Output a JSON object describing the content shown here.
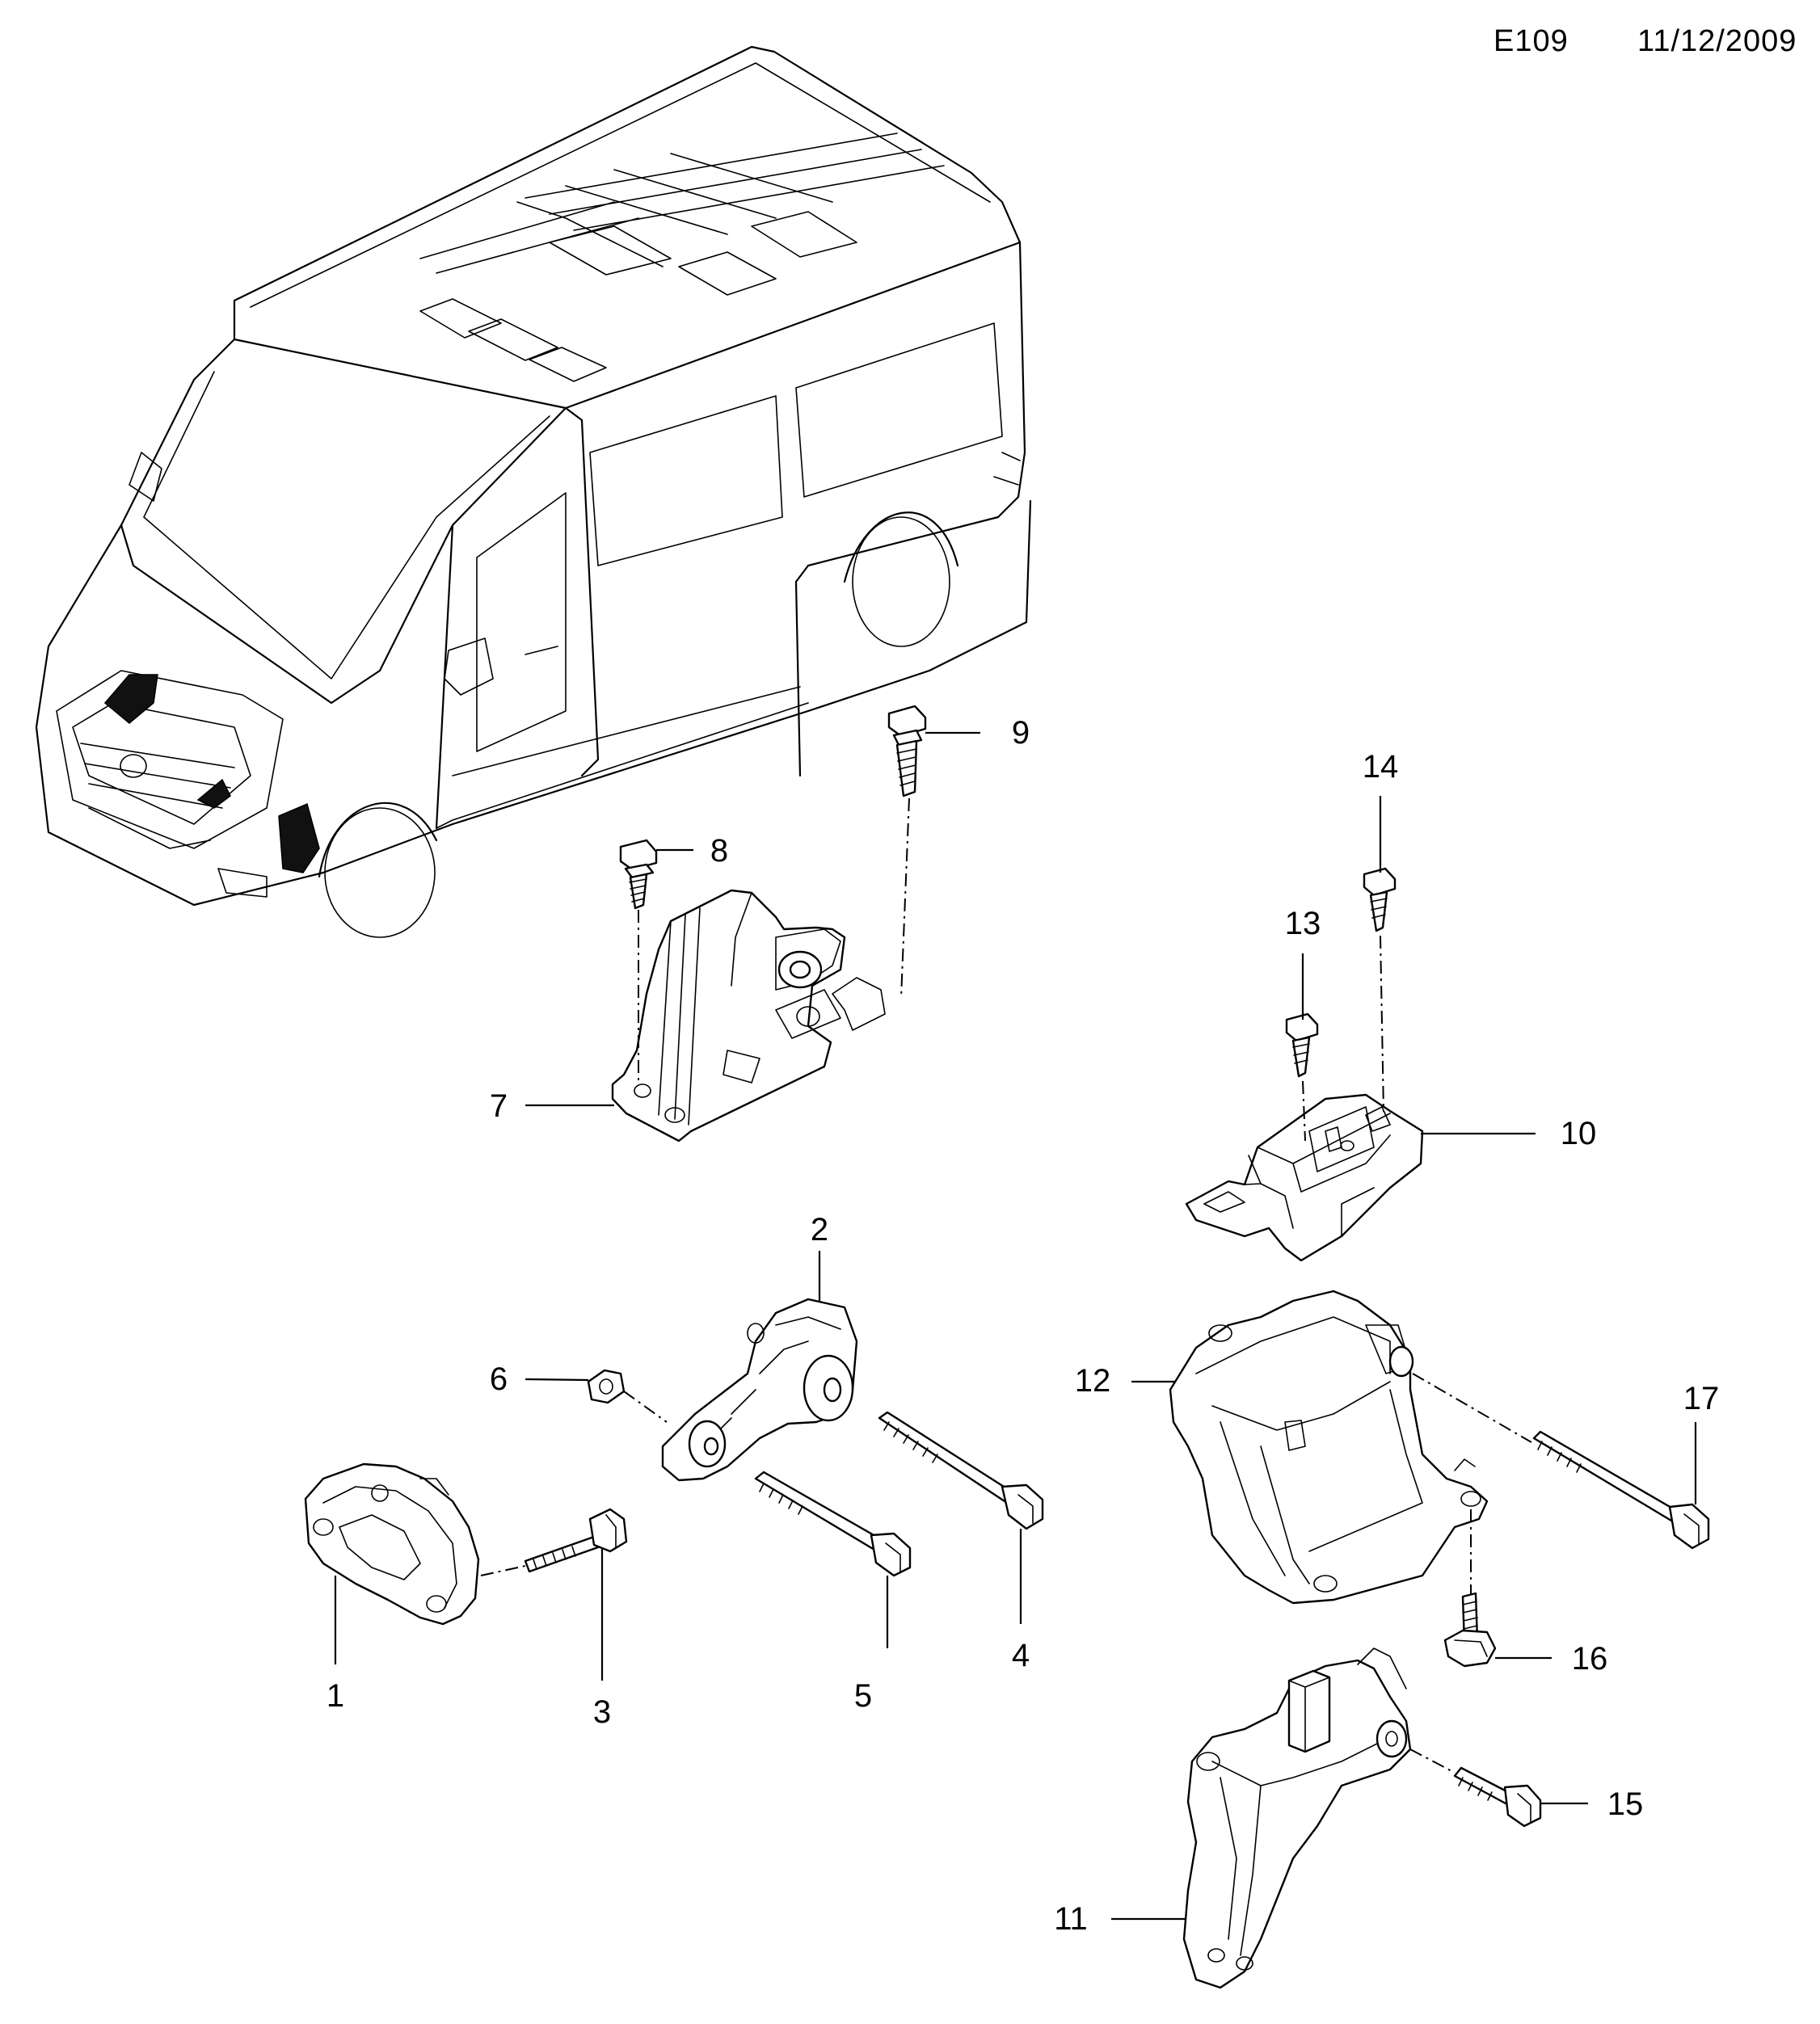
{
  "header": {
    "diagram_code": "E109",
    "date": "11/12/2009"
  },
  "callouts": [
    "1",
    "2",
    "3",
    "4",
    "5",
    "6",
    "7",
    "8",
    "9",
    "10",
    "11",
    "12",
    "13",
    "14",
    "15",
    "16",
    "17"
  ]
}
